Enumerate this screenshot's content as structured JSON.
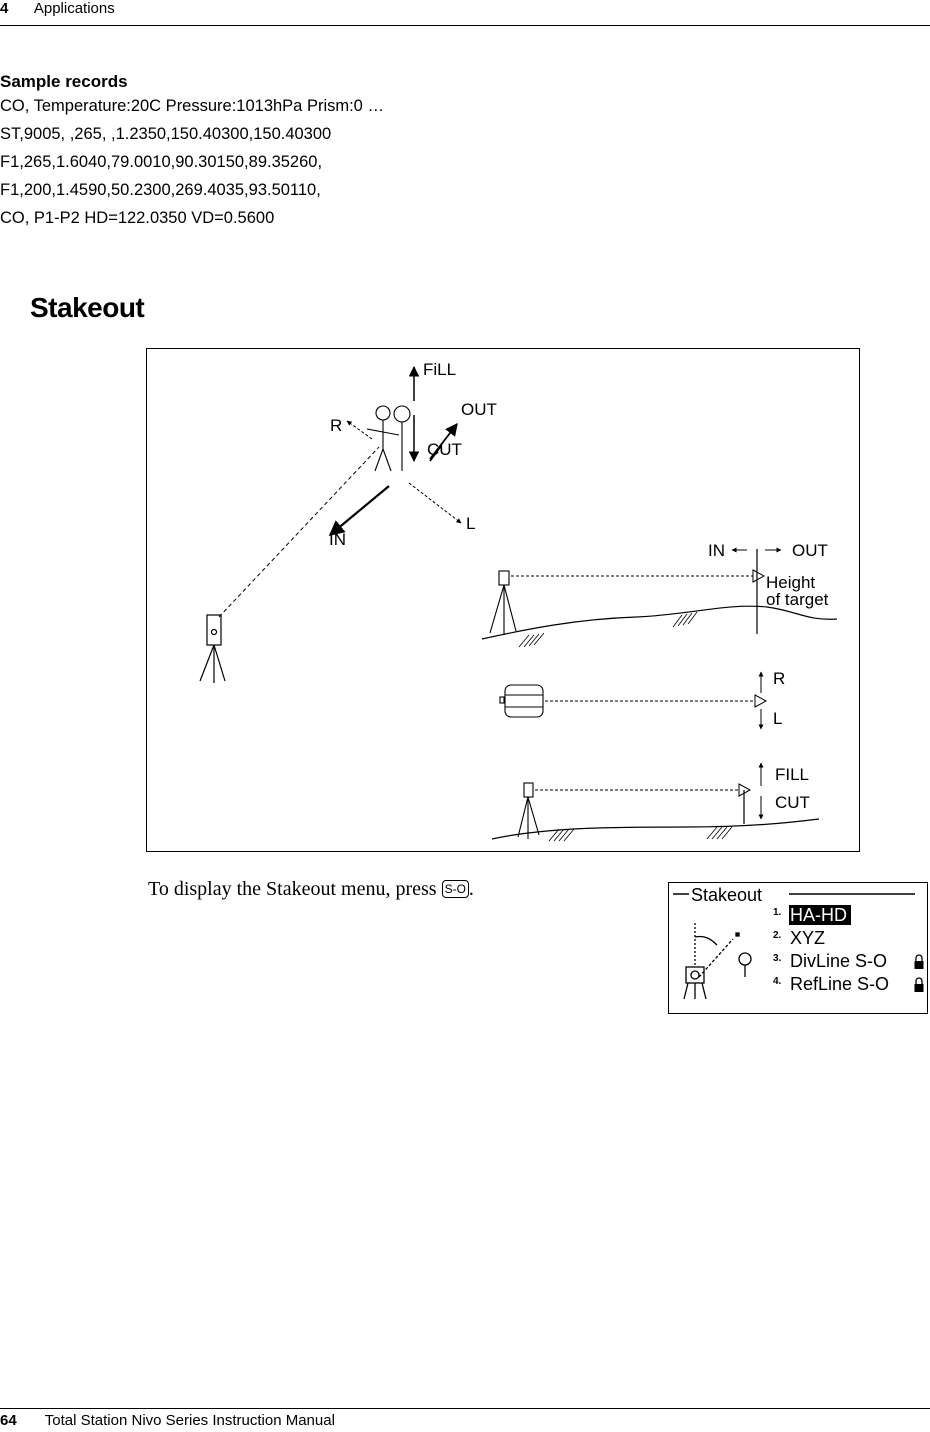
{
  "header": {
    "chapter_number": "4",
    "chapter_title": "Applications"
  },
  "sample_records": {
    "title": "Sample records",
    "lines": [
      "CO, Temperature:20C Pressure:1013hPa Prism:0 …",
      "ST,9005, ,265, ,1.2350,150.40300,150.40300",
      "F1,265,1.6040,79.0010,90.30150,89.35260,",
      "F1,200,1.4590,50.2300,269.4035,93.50110,",
      "CO, P1-P2 HD=122.0350 VD=0.5600"
    ]
  },
  "stakeout": {
    "title": "Stakeout",
    "figure_labels": {
      "fill_top": "FiLL",
      "out_top": "OUT",
      "r_top": "R",
      "cut_top": "CUT",
      "l_top": "L",
      "in_top": "IN",
      "in_side": "IN",
      "out_side": "OUT",
      "height_line1": "Height",
      "height_line2": "of target",
      "r_plan": "R",
      "l_plan": "L",
      "fill_elev": "FILL",
      "cut_elev": "CUT"
    },
    "instruction_text": "To display the Stakeout menu, press",
    "instruction_key": "S-O",
    "instruction_end": ".",
    "lcd": {
      "title": "Stakeout",
      "items": [
        {
          "num": "1.",
          "label": "HA-HD",
          "selected": true,
          "locked": false
        },
        {
          "num": "2.",
          "label": "XYZ",
          "selected": false,
          "locked": false
        },
        {
          "num": "3.",
          "label": "DivLine S-O",
          "selected": false,
          "locked": true
        },
        {
          "num": "4.",
          "label": "RefLine S-O",
          "selected": false,
          "locked": true
        }
      ]
    }
  },
  "footer": {
    "page_number": "64",
    "manual_title": "Total Station Nivo Series Instruction Manual"
  }
}
